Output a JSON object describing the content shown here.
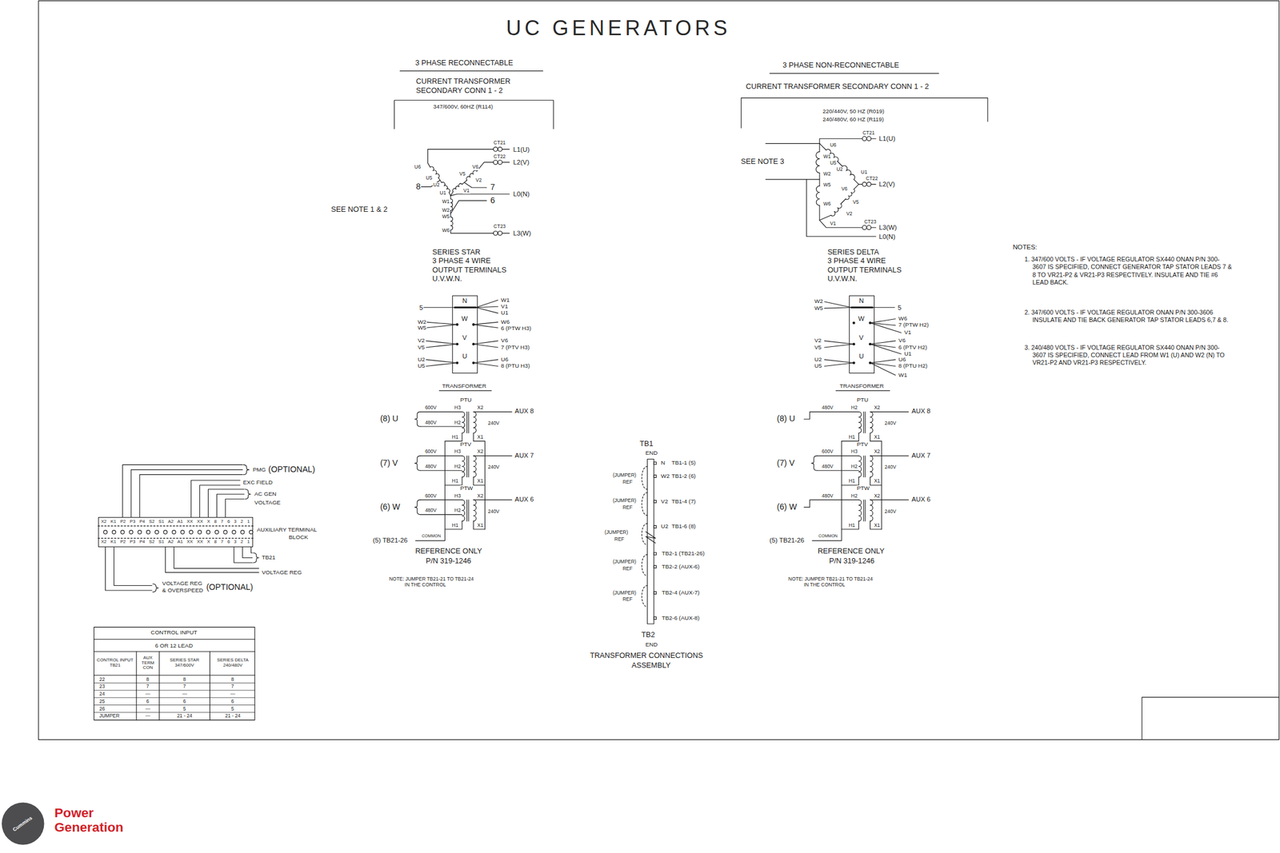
{
  "diagram": {
    "title": "UC GENERATORS",
    "nodes": [
      {
        "text": [
          "N",
          "W",
          "V",
          "U"
        ]
      },
      {
        "text": [
          "N",
          "W",
          "V",
          "U"
        ]
      },
      {
        "text": [
          "X2 K1 P2 P3 P4 S2 S1 A2 A1 XX XX X 8 7 6 3 2 1",
          "X2 K1 P2 P3 P4 S2 S1 A2 A1 XX XX X 8 7 6 3 2 1"
        ]
      }
    ],
    "labels": [
      "3 PHASE RECONNECTABLE",
      "CURRENT TRANSFORMER",
      "SECONDARY CONN 1 - 2",
      "347/600V, 60HZ (R114)",
      "CT21",
      "L1(U)",
      "CT22",
      "L2(V)",
      "U6",
      "V6",
      "V5",
      "U5",
      "U2",
      "V2",
      "8",
      "7",
      "V1",
      "U1",
      "W1",
      "L0(N)",
      "6",
      "W2",
      "W5",
      "CT23",
      "W6",
      "L3(W)",
      "SEE NOTE 1 & 2",
      "SERIES STAR",
      "3 PHASE 4 WIRE",
      "OUTPUT TERMINALS",
      "U.V.W.N.",
      "5",
      "W1",
      "V1",
      "U1",
      "W2",
      "W5",
      "W6",
      "6 (PTW H3)",
      "V2",
      "V5",
      "V6",
      "7 (PTV H3)",
      "U2",
      "U5",
      "U6",
      "8 (PTU H3)",
      "TRANSFORMER",
      "PTU",
      "(8) U",
      "600V",
      "480V",
      "H3",
      "H2",
      "H1",
      "X1",
      "X2",
      "240V",
      "AUX 8",
      "PTV",
      "(7) V",
      "600V",
      "480V",
      "H3",
      "H2",
      "H1",
      "X1",
      "X2",
      "240V",
      "AUX 7",
      "PTW",
      "(6) W",
      "600V",
      "480V",
      "H3",
      "H2",
      "H1",
      "X1",
      "X2",
      "240V",
      "AUX 6",
      "COMMON",
      "(5) TB21-26",
      "REFERENCE ONLY",
      "P/N 319-1246",
      "NOTE: JUMPER TB21-21 TO TB21-24",
      "IN THE CONTROL",
      "3 PHASE NON-RECONNECTABLE",
      "CURRENT TRANSFORMER SECONDARY CONN 1 - 2",
      "220/440V, 50 HZ (R019)",
      "240/480V, 60 HZ (R119)",
      "CT21",
      "L1(U)",
      "U6",
      "W1",
      "U5",
      "U2",
      "SEE NOTE 3",
      "U1",
      "CT22",
      "W2",
      "W5",
      "L2(V)",
      "V6",
      "W6",
      "V5",
      "V2",
      "V1",
      "CT23",
      "L3(W)",
      "L0(N)",
      "SERIES DELTA",
      "3 PHASE 4 WIRE",
      "OUTPUT TERMINALS",
      "U.V.W.N.",
      "W2",
      "W5",
      "5",
      "W6",
      "7 (PTW H2)",
      "V1",
      "V2",
      "V5",
      "V6",
      "6 (PTV H2)",
      "U1",
      "U2",
      "U5",
      "U6",
      "8 (PTU H2)",
      "W1",
      "TRANSFORMER",
      "PTU",
      "(8) U",
      "480V",
      "H2",
      "X2",
      "240V",
      "H1",
      "X1",
      "AUX 8",
      "PTV",
      "(7) V",
      "600V",
      "480V",
      "H3",
      "H2",
      "X2",
      "240V",
      "H1",
      "X1",
      "AUX 7",
      "PTW",
      "(6) W",
      "480V",
      "H2",
      "X2",
      "240V",
      "H1",
      "X1",
      "AUX 6",
      "COMMON",
      "(5) TB21-26",
      "REFERENCE ONLY",
      "P/N 319-1246",
      "NOTE: JUMPER TB21-21 TO TB21-24",
      "IN THE CONTROL",
      "NOTES:",
      "1. 347/600 VOLTS - IF VOLTAGE REGULATOR SX440 ONAN P/N 300-3607 IS SPECIFIED, CONNECT GENERATOR TAP STATOR LEADS 7 & 8 TO VR21-P2 & VR21-P3 RESPECTIVELY. INSULATE AND TIE #6 LEAD BACK.",
      "2. 347/600 VOLTS - IF VOLTAGE REGULATOR ONAN P/N 300-3606 INSULATE AND TIE BACK GENERATOR TAP STATOR LEADS 6,7 & 8.",
      "3. 240/480 VOLTS - IF VOLTAGE REGULATOR SX440 ONAN P/N 300-3607 IS SPECIFIED, CONNECT LEAD FROM W1 (U) AND W2 (N) TO VR21-P2 AND VR21-P3 RESPECTIVELY.",
      "TB1",
      "END",
      "N",
      "TB1-1 (5)",
      "(JUMPER)",
      "REF",
      "W2",
      "TB1-2 (6)",
      "(JUMPER)",
      "REF",
      "V2",
      "TB1-4 (7)",
      "(JUMPER)",
      "REF",
      "U2",
      "TB1-6 (8)",
      "TB2-1 (TB21-26)",
      "(JUMPER)",
      "REF",
      "TB2-2 (AUX-6)",
      "(JUMPER)",
      "REF",
      "TB2-4 (AUX-7)",
      "TB2-6 (AUX-8)",
      "TB2",
      "END",
      "TRANSFORMER CONNECTIONS",
      "ASSEMBLY",
      "PMG",
      "(OPTIONAL)",
      "EXC FIELD",
      "AC GEN",
      "VOLTAGE",
      "AUXILIARY TERMINAL",
      "BLOCK",
      "TB21",
      "VOLTAGE REG",
      "VOLTAGE REG",
      "& OVERSPEED",
      "(OPTIONAL)",
      "CONTROL INPUT",
      "6 OR 12 LEAD",
      "CONTROL INPUT TB21",
      "AUX TERM CON",
      "SERIES STAR 347/600V",
      "SERIES DELTA 240/480V",
      "22",
      "8",
      "8",
      "8",
      "23",
      "7",
      "7",
      "7",
      "24",
      "—",
      "—",
      "—",
      "25",
      "6",
      "6",
      "6",
      "26",
      "—",
      "5",
      "5",
      "JUMPER",
      "—",
      "21 - 24",
      "21 - 24",
      "Power",
      "Generation",
      "Cummins"
    ]
  }
}
